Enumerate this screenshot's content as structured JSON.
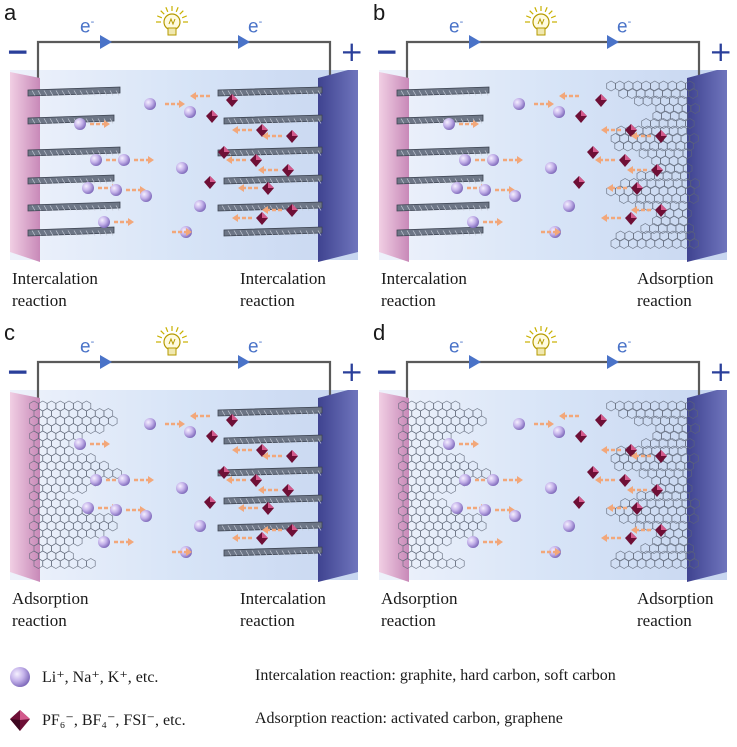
{
  "panels": {
    "a": {
      "letter": "a",
      "left_caption": [
        "Intercalation",
        "reaction"
      ],
      "right_caption": [
        "Intercalation",
        "reaction"
      ],
      "left_electrode": "intercalation",
      "right_electrode": "intercalation"
    },
    "b": {
      "letter": "b",
      "left_caption": [
        "Intercalation",
        "reaction"
      ],
      "right_caption": [
        "Adsorption",
        "reaction"
      ],
      "left_electrode": "intercalation",
      "right_electrode": "adsorption"
    },
    "c": {
      "letter": "c",
      "left_caption": [
        "Adsorption",
        "reaction"
      ],
      "right_caption": [
        "Intercalation",
        "reaction"
      ],
      "left_electrode": "adsorption",
      "right_electrode": "intercalation"
    },
    "d": {
      "letter": "d",
      "left_caption": [
        "Adsorption",
        "reaction"
      ],
      "right_caption": [
        "Adsorption",
        "reaction"
      ],
      "left_electrode": "adsorption",
      "right_electrode": "adsorption"
    }
  },
  "circuit": {
    "electron_label": "e",
    "electron_sup": "-",
    "negative": "−",
    "positive": "+"
  },
  "legend": {
    "cation_species": [
      "Li",
      "Na",
      "K"
    ],
    "cation_text": "Li⁺, Na⁺, K⁺, etc.",
    "cation_desc": "Intercalation reaction: graphite, hard carbon, soft carbon",
    "anion_text": "PF₆⁻, BF₄⁻, FSI⁻, etc.",
    "anion_desc": "Adsorption reaction: activated carbon, graphene"
  },
  "colors": {
    "cation": "#b9a6e0",
    "anion": "#9a1a4a",
    "arrow": "#f2a77a",
    "electrode_left": "#e7b8d8",
    "electrode_right": "#5b5fa8",
    "electrolyte": "#d7e4f7",
    "wire": "#5a5a5a",
    "electron": "#4a73c8"
  }
}
